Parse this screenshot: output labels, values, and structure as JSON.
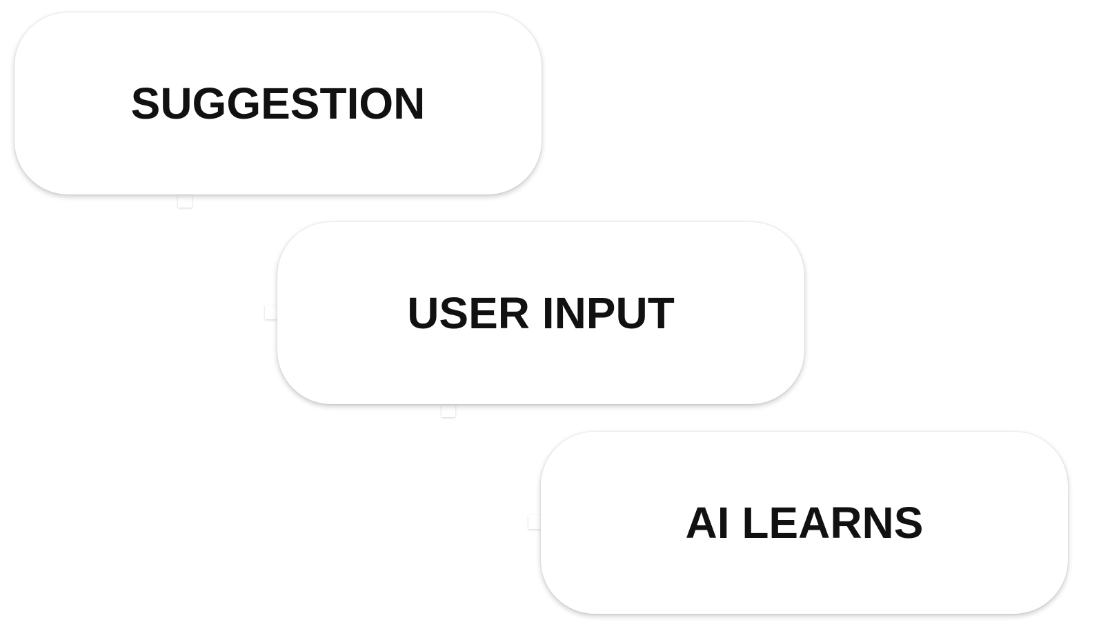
{
  "diagram": {
    "nodes": [
      {
        "label": "SUGGESTION"
      },
      {
        "label": "USER INPUT"
      },
      {
        "label": "AI LEARNS"
      }
    ],
    "colors": {
      "background": "#ffffff",
      "node_fill": "#ffffff",
      "text": "#111111"
    }
  }
}
